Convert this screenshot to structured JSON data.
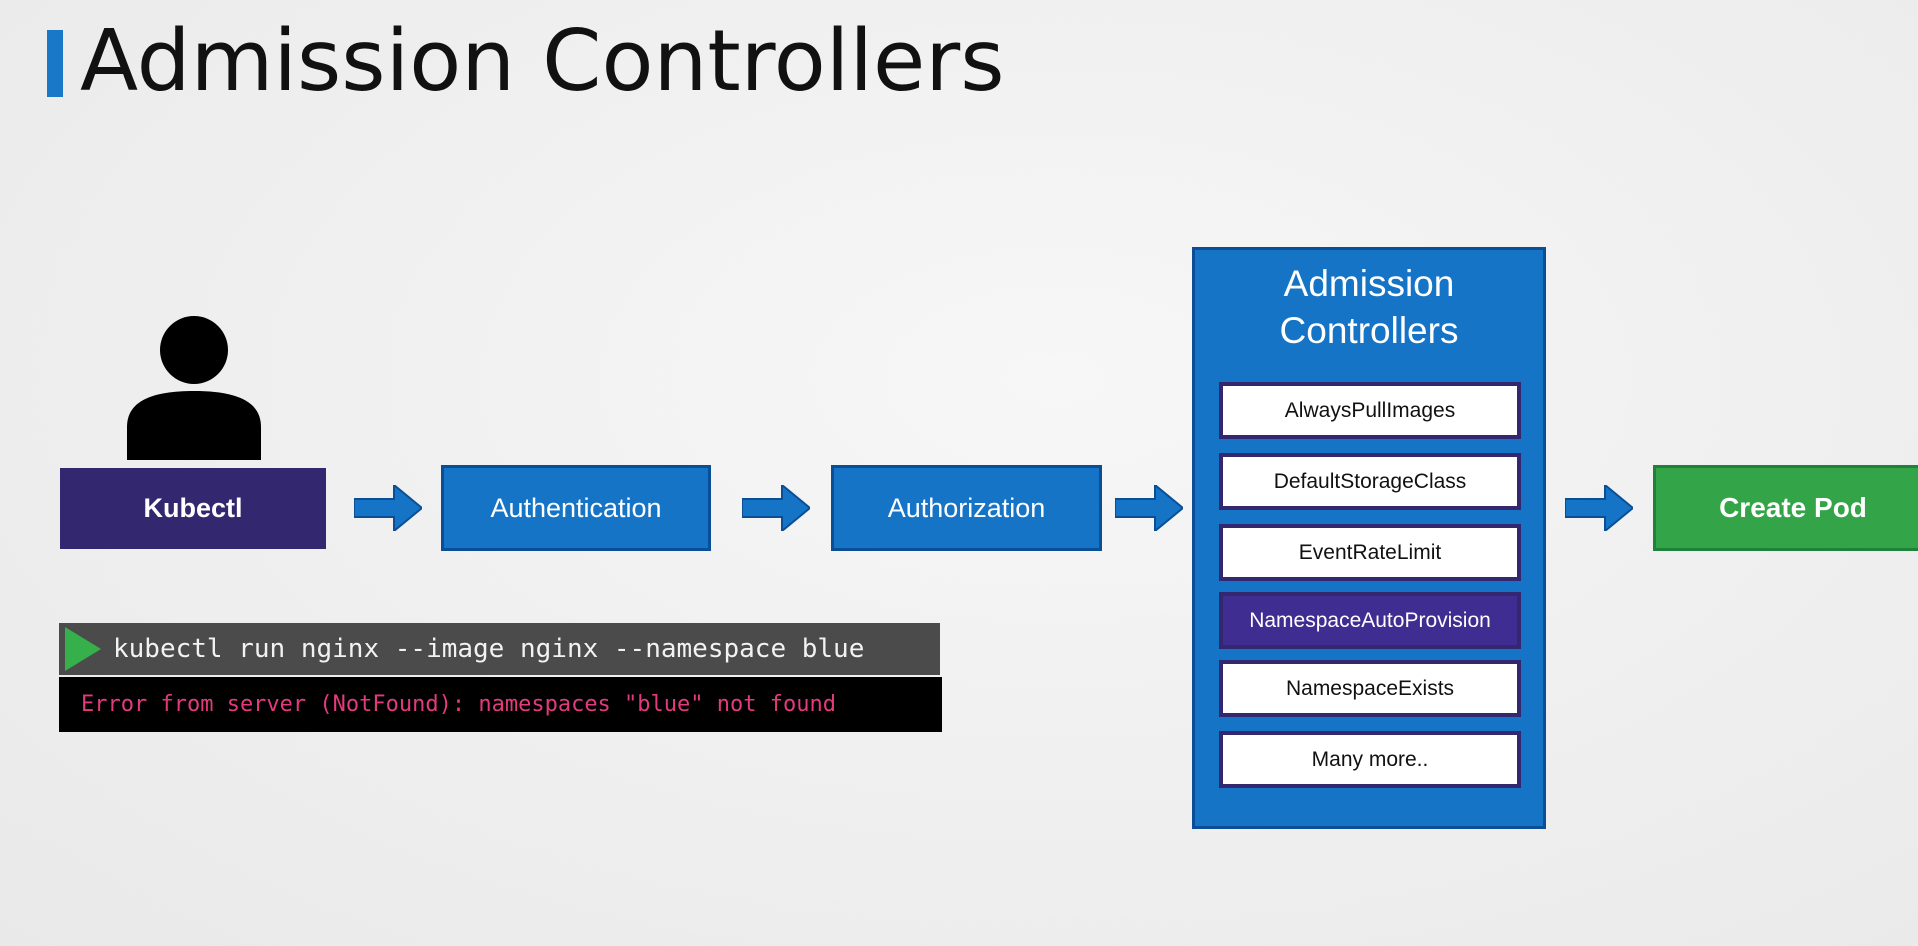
{
  "slide": {
    "title": "Admission Controllers",
    "accent_color": "#1a78c8"
  },
  "flow": {
    "client": {
      "label": "Kubectl",
      "icon": "user-icon",
      "color": "#33276f"
    },
    "steps": [
      {
        "label": "Authentication",
        "color": "#1674c6"
      },
      {
        "label": "Authorization",
        "color": "#1674c6"
      }
    ],
    "admission_controllers": {
      "title_line1": "Admission",
      "title_line2": "Controllers",
      "color": "#1674c6",
      "items": [
        {
          "label": "AlwaysPullImages",
          "highlighted": false
        },
        {
          "label": "DefaultStorageClass",
          "highlighted": false
        },
        {
          "label": "EventRateLimit",
          "highlighted": false
        },
        {
          "label": "NamespaceAutoProvision",
          "highlighted": true
        },
        {
          "label": "NamespaceExists",
          "highlighted": false
        },
        {
          "label": "Many more..",
          "highlighted": false
        }
      ],
      "highlight_color": "#3f2d91"
    },
    "result": {
      "label": "Create Pod",
      "color": "#33a447"
    },
    "arrow_icon": "right-arrow-icon"
  },
  "terminal": {
    "command": "kubectl run nginx --image nginx --namespace blue",
    "error": "Error from server (NotFound): namespaces \"blue\" not found",
    "prompt_icon": "play-icon",
    "error_color": "#e33a7c"
  }
}
